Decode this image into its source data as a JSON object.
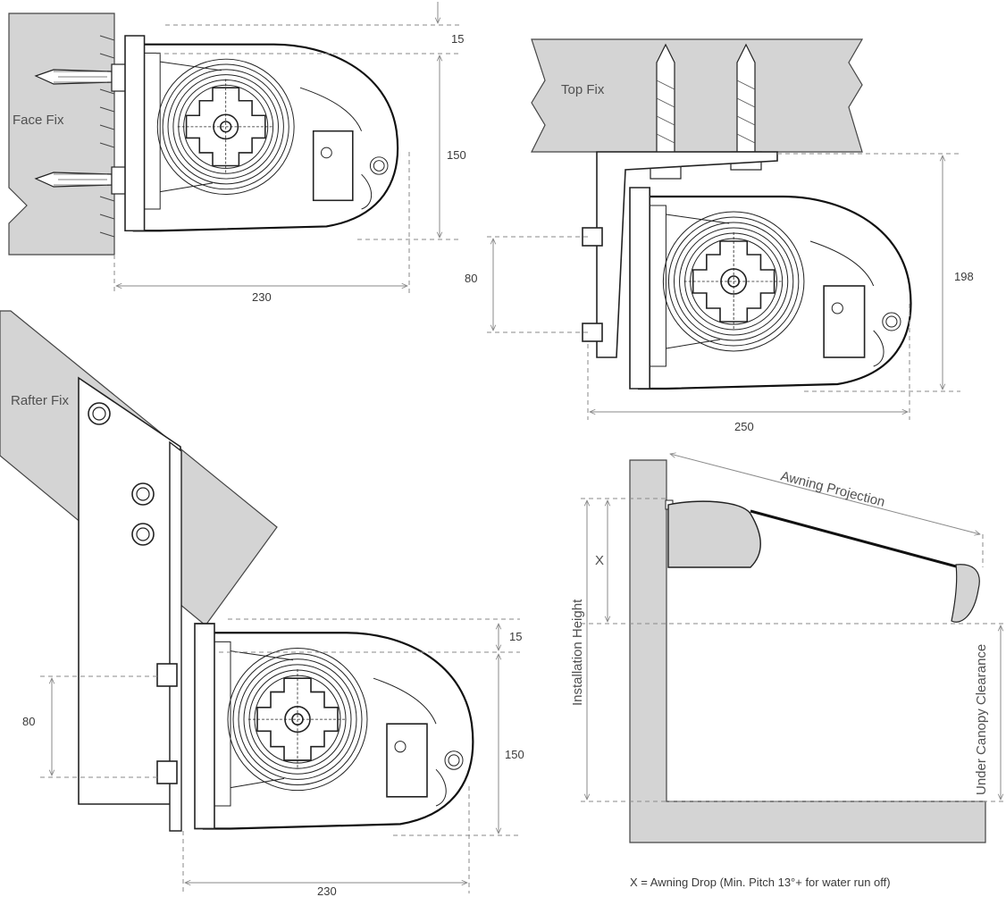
{
  "face_fix": {
    "label": "Face Fix",
    "dim_top": "15",
    "dim_height": "150",
    "dim_width": "230"
  },
  "top_fix": {
    "label": "Top Fix",
    "dim_bolts": "80",
    "dim_height": "198",
    "dim_width": "250"
  },
  "rafter_fix": {
    "label": "Rafter Fix",
    "dim_top": "15",
    "dim_bolts": "80",
    "dim_height": "150",
    "dim_width": "230"
  },
  "installation": {
    "projection_label": "Awning Projection",
    "x_label": "X",
    "height_label": "Installation Height",
    "clearance_label": "Under Canopy Clearance",
    "footnote": "X = Awning Drop (Min. Pitch 13°+ for water run off)"
  }
}
